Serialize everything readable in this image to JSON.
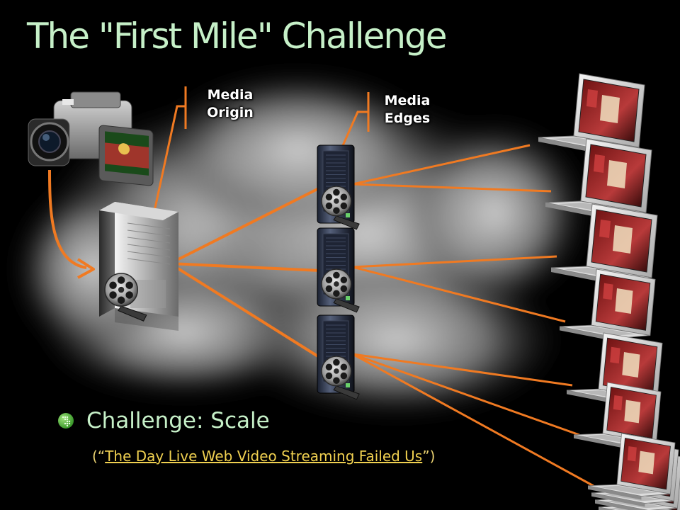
{
  "slide": {
    "title": "The \"First Mile\" Challenge",
    "callouts": {
      "origin": [
        "Media",
        "Origin"
      ],
      "edges": [
        "Media",
        "Edges"
      ]
    },
    "bullet": {
      "text": "Challenge: Scale",
      "ref_open": "(“",
      "ref_link": "The Day Live Web Video Streaming Failed Us",
      "ref_close": "”)"
    }
  },
  "colors": {
    "title": "#c6f0c8",
    "connector": "#f07a22",
    "link": "#f0d050",
    "background": "#000000"
  },
  "icons": [
    "camcorder-icon",
    "origin-server-icon",
    "edge-server-icon",
    "film-reel-icon",
    "laptop-icon",
    "cloud-icon"
  ],
  "network": {
    "edge_servers": 3,
    "clients": 7
  }
}
